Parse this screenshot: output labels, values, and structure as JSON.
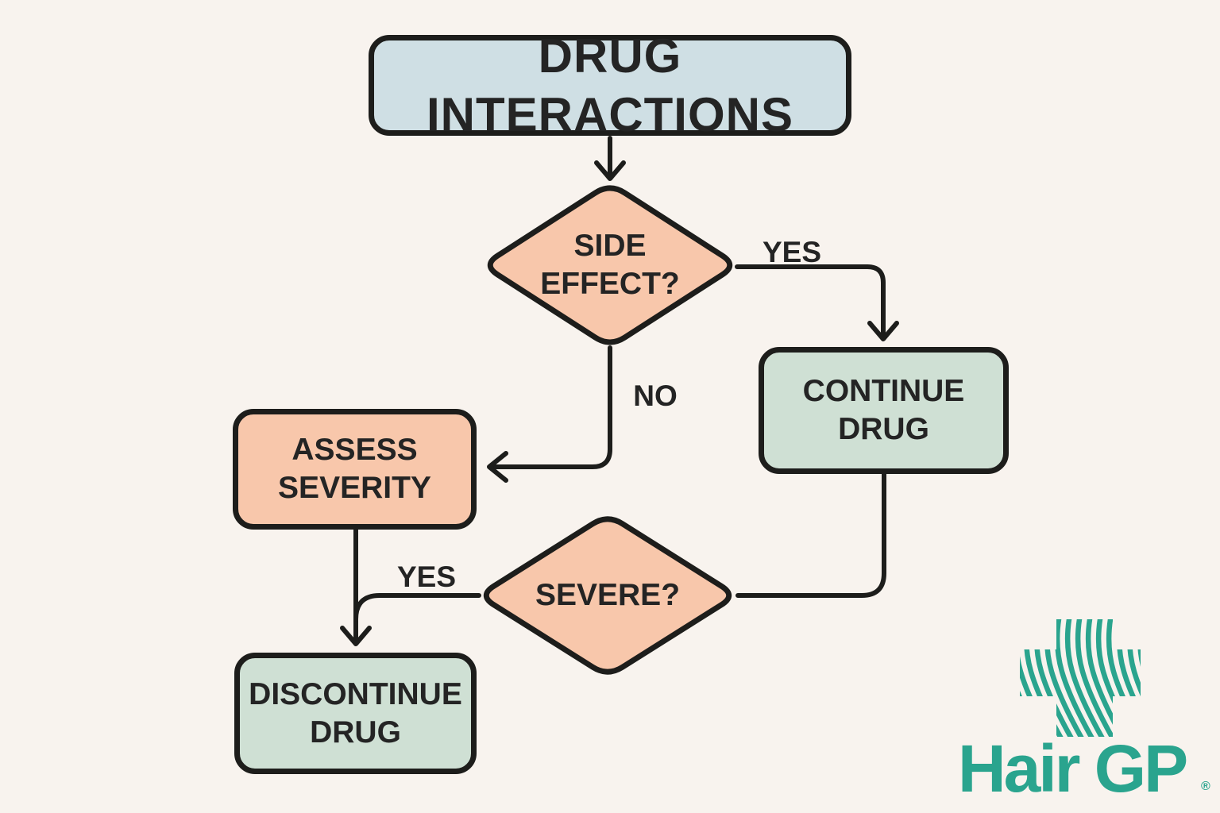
{
  "colors": {
    "background": "#f8f3ee",
    "node_blue": "#cfdfe4",
    "node_peach": "#f8c7ab",
    "node_green": "#cfe0d4",
    "line_dark": "#1d1d1b",
    "text_dark": "#242424",
    "logo_teal": "#2aa48e"
  },
  "flowchart": {
    "title_node": {
      "label": "DRUG INTERACTIONS"
    },
    "decision_side_effect": {
      "line1": "SIDE",
      "line2": "EFFECT?"
    },
    "process_continue": {
      "line1": "CONTINUE",
      "line2": "DRUG"
    },
    "process_assess": {
      "line1": "ASSESS",
      "line2": "SEVERITY"
    },
    "decision_severe": {
      "label": "SEVERE?"
    },
    "process_discontinue": {
      "line1": "DISCONTINUE",
      "line2": "DRUG"
    },
    "edge_labels": {
      "side_effect_yes": "YES",
      "side_effect_no": "NO",
      "severe_yes": "YES"
    }
  },
  "branding": {
    "logo_text": "Hair GP",
    "registered_mark": "®"
  }
}
